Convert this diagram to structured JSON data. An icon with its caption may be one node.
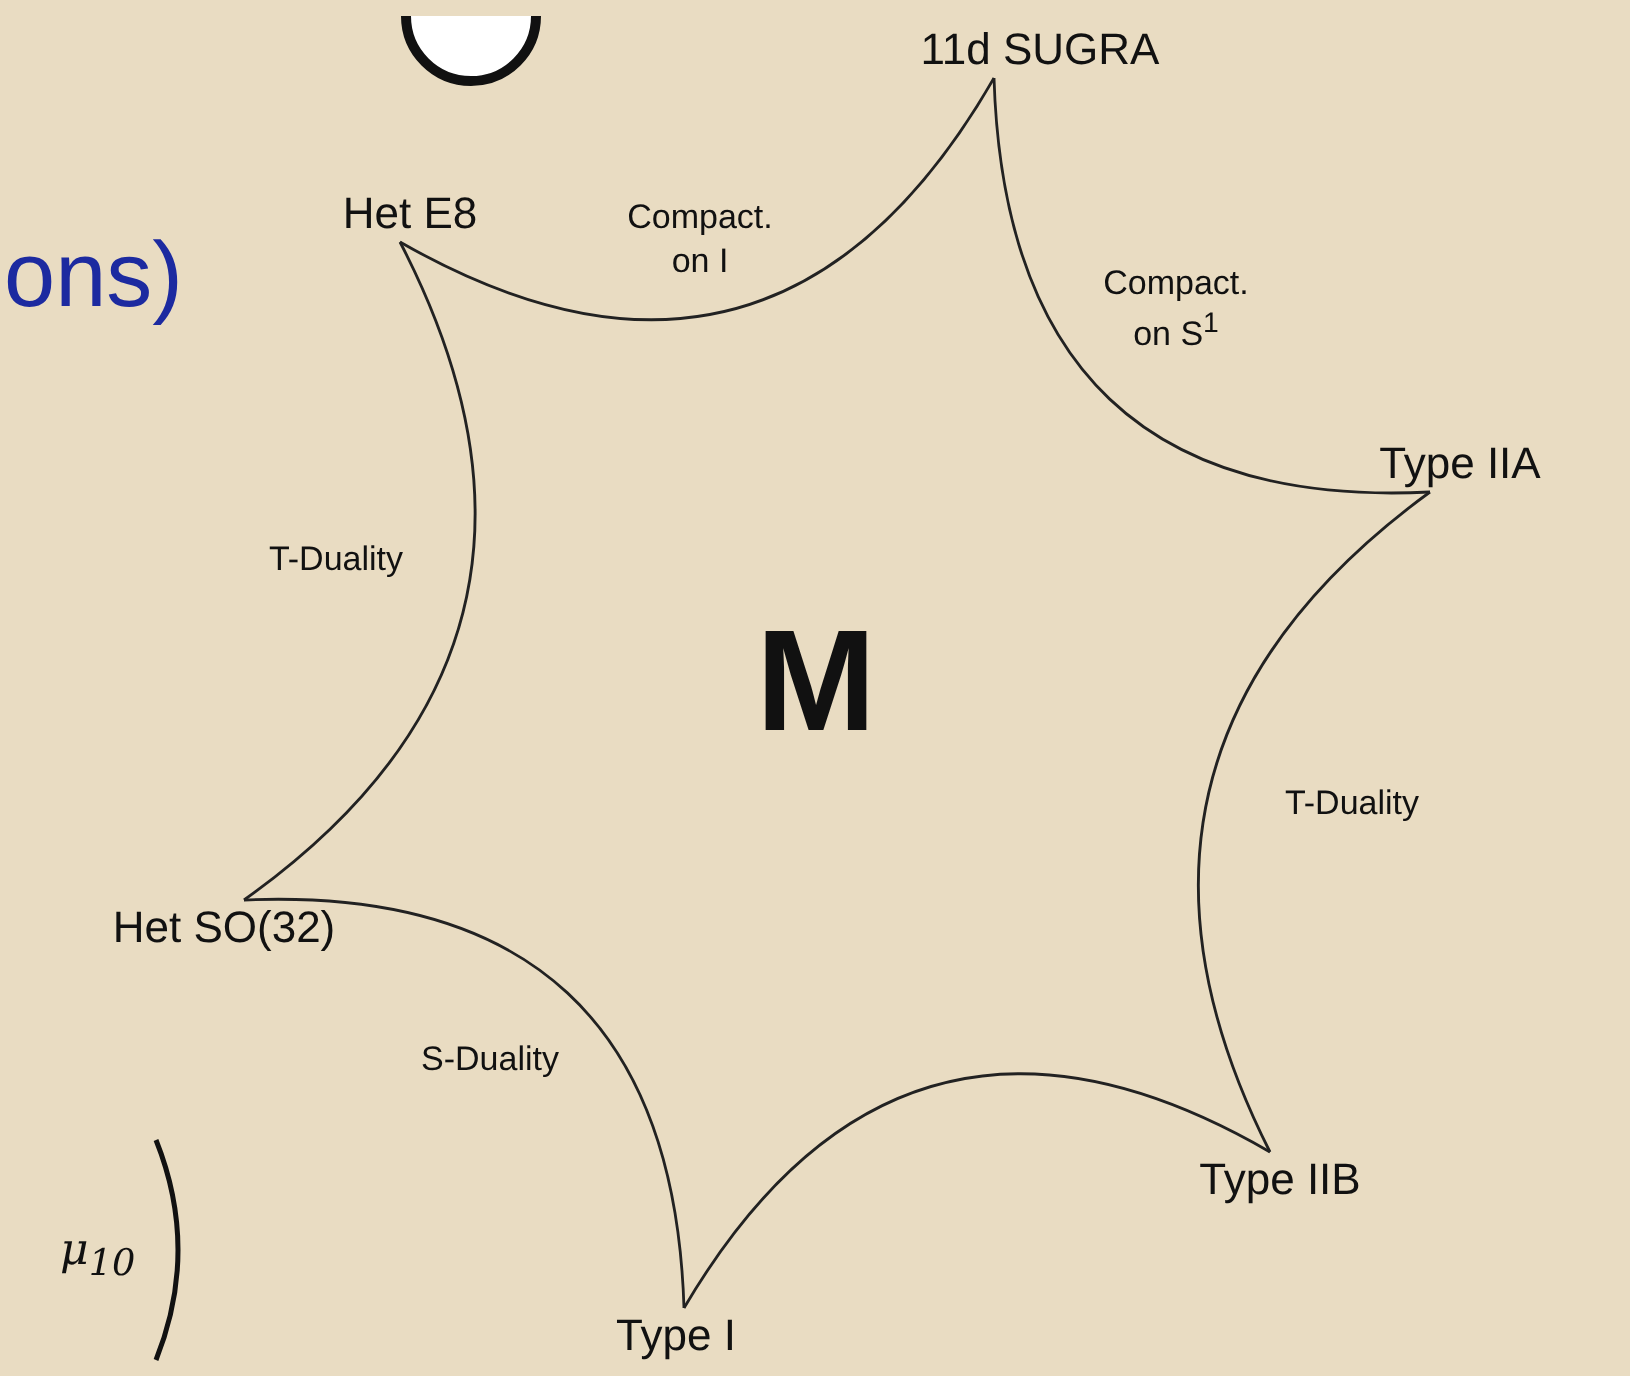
{
  "diagram": {
    "nodes": [
      {
        "text": [
          "11d SUGRA"
        ]
      },
      {
        "text": [
          "Het E8"
        ]
      },
      {
        "text": [
          "Type IIA"
        ]
      },
      {
        "text": [
          "Het SO(32)"
        ]
      },
      {
        "text": [
          "Type IIB"
        ]
      },
      {
        "text": [
          "Type I"
        ]
      }
    ],
    "edges": [
      {
        "from": 1,
        "to": 0,
        "arrow": "none",
        "label": "Compact. on I"
      },
      {
        "from": 0,
        "to": 2,
        "arrow": "none",
        "label": "Compact. on S$^{1}$"
      },
      {
        "from": 1,
        "to": 3,
        "arrow": "none",
        "label": "T-Duality"
      },
      {
        "from": 2,
        "to": 4,
        "arrow": "none",
        "label": "T-Duality"
      },
      {
        "from": 3,
        "to": 5,
        "arrow": "none",
        "label": "S-Duality"
      },
      {
        "from": 4,
        "to": 5,
        "arrow": "none"
      }
    ],
    "labels": [
      "ons)",
      "M",
      "μ$_{10}$"
    ]
  }
}
